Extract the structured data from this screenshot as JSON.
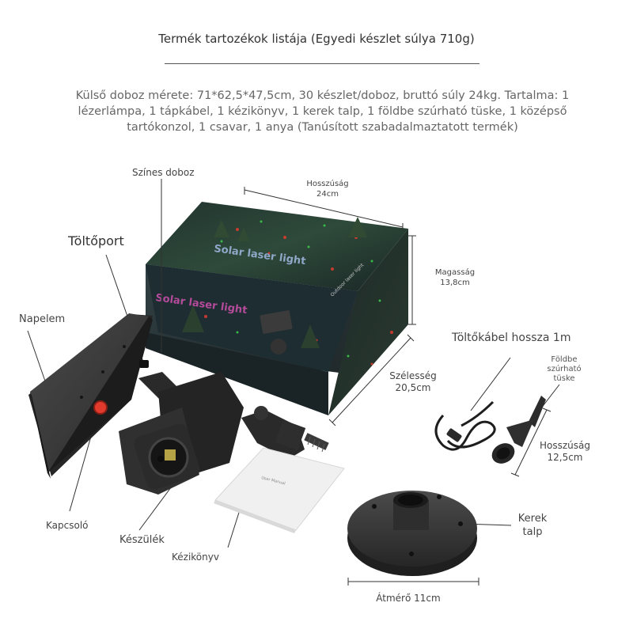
{
  "header": {
    "title": "Termék tartozékok listája (Egyedi készlet súlya 710g)",
    "description": "Külső doboz mérete: 71*62,5*47,5cm, 30 készlet/doboz, bruttó súly 24kg. Tartalma: 1 lézerlámpa, 1 tápkábel, 1 kézikönyv, 1 kerek talp, 1 földbe szúrható tüske, 1 középső tartókonzol, 1 csavar, 1 anya (Tanúsított szabadalmaztatott termék)"
  },
  "labels": {
    "color_box": "Színes doboz",
    "length_title": "Hosszúság",
    "length_value": "24cm",
    "height_title": "Magasság",
    "height_value": "13,8cm",
    "width_title": "Szélesség",
    "width_value": "20,5cm",
    "charging_port": "Töltőport",
    "solar_panel": "Napelem",
    "cable_length": "Töltőkábel hossza 1m",
    "ground_spike_1": "Földbe",
    "ground_spike_2": "szúrható",
    "ground_spike_3": "tüske",
    "spike_length_title": "Hosszúság",
    "spike_length_value": "12,5cm",
    "switch": "Kapcsoló",
    "device": "Készülék",
    "manual": "Kézikönyv",
    "round_base_1": "Kerek",
    "round_base_2": "talp",
    "diameter": "Átmérő 11cm"
  },
  "box_print": {
    "brand": "Solar laser light",
    "side_brand": "Solar laser light",
    "right_text": "Outdoor laser light"
  },
  "manual_print": {
    "heading": "User Manual"
  },
  "colors": {
    "box_dark": "#1c2a2a",
    "product_black": "#2a2a2a",
    "laser_red": "#e23b2e",
    "laser_green": "#3ccf4e"
  }
}
